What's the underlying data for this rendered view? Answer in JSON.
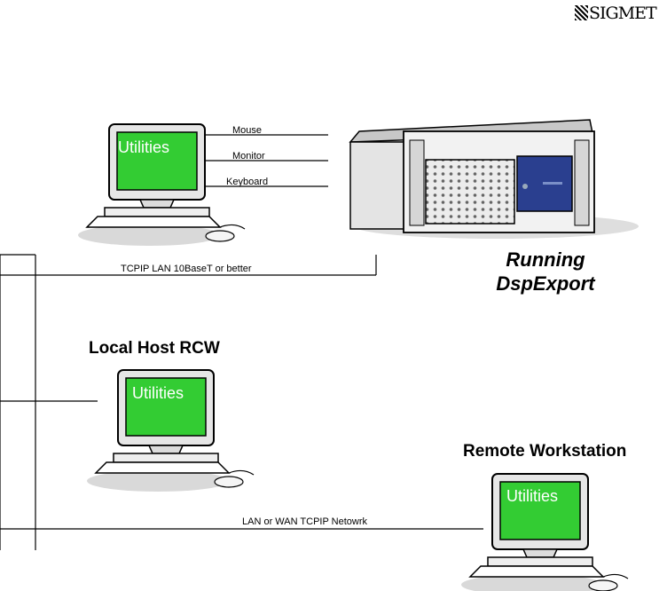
{
  "logo": {
    "text": "SIGMET"
  },
  "connections": {
    "mouse": "Mouse",
    "monitor": "Monitor",
    "keyboard": "Keyboard"
  },
  "lan_label": "TCPIP LAN 10BaseT or better",
  "wan_label": "LAN or WAN TCPIP Netowrk",
  "server": {
    "line1": "Running",
    "line2": "DspExport"
  },
  "local_host": {
    "title": "Local Host RCW"
  },
  "remote": {
    "title": "Remote Workstation"
  },
  "screen_text": "Utilities",
  "colors": {
    "screen": "#33cc33",
    "server_panel": "#2a3f8f",
    "shadow": "#d8d8d8"
  }
}
